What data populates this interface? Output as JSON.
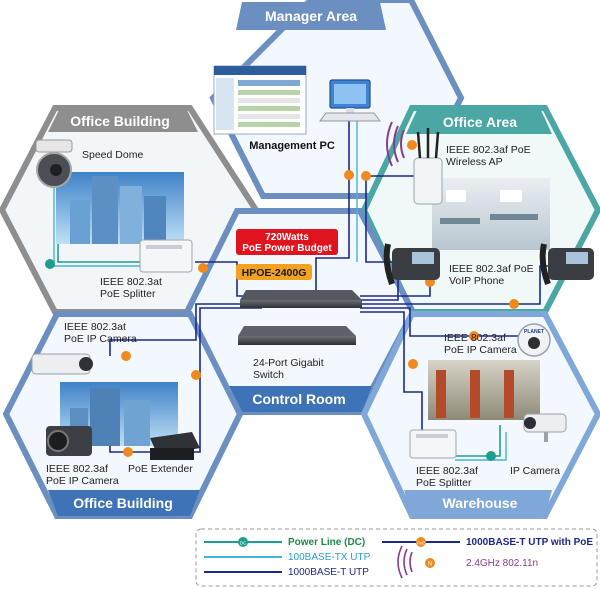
{
  "colors": {
    "hex_gray": "#8e8e8e",
    "hex_blue": "#6a8fc0",
    "hex_teal": "#4aa7a3",
    "hex_light": "#7fa8d8",
    "power_line": "#1e9e8e",
    "fast_utp": "#44b4d8",
    "gig_utp": "#1a2a8a",
    "poe_line": "#1a2a8a",
    "poe_dot": "#f08a1e",
    "power_budget_bg": "#e0141e",
    "model_badge_bg": "#f2a21e"
  },
  "zones": {
    "manager": "Manager Area",
    "office_building_top": "Office Building",
    "office_area": "Office Area",
    "control_room": "Control Room",
    "office_building_bottom": "Office Building",
    "warehouse": "Warehouse"
  },
  "devices": {
    "management_pc": "Management PC",
    "speed_dome": "Speed Dome",
    "poe_splitter_at_l1": "IEEE 802.3at",
    "poe_splitter_at_l2": "PoE Splitter",
    "wireless_ap_l1": "IEEE 802.3af PoE",
    "wireless_ap_l2": "Wireless AP",
    "voip_l1": "IEEE 802.3af PoE",
    "voip_l2": "VoIP Phone",
    "power_budget_l1": "720Watts",
    "power_budget_l2": "PoE Power Budget",
    "model": "HPOE-2400G",
    "switch_l1": "24-Port Gigabit",
    "switch_l2": "Switch",
    "ip_cam_at_l1": "IEEE 802.3at",
    "ip_cam_at_l2": "PoE IP Camera",
    "ip_cam_af_l1": "IEEE 802.3af",
    "ip_cam_af_l2": "PoE IP Camera",
    "extender": "PoE Extender",
    "wh_cam_l1": "IEEE 802.3af",
    "wh_cam_l2": "PoE IP Camera",
    "wh_splitter_l1": "IEEE 802.3af",
    "wh_splitter_l2": "PoE Splitter",
    "ip_camera": "IP Camera",
    "dome_brand": "PLANET"
  },
  "legend": {
    "power_line": "Power Line (DC)",
    "fast_utp": "100BASE-TX UTP",
    "gig_utp": "1000BASE-T UTP",
    "poe_utp": "1000BASE-T UTP with PoE",
    "wireless": "2.4GHz 802.11n",
    "dot_dc": "DC",
    "dot_poe": "PoE",
    "dot_n": "N"
  }
}
